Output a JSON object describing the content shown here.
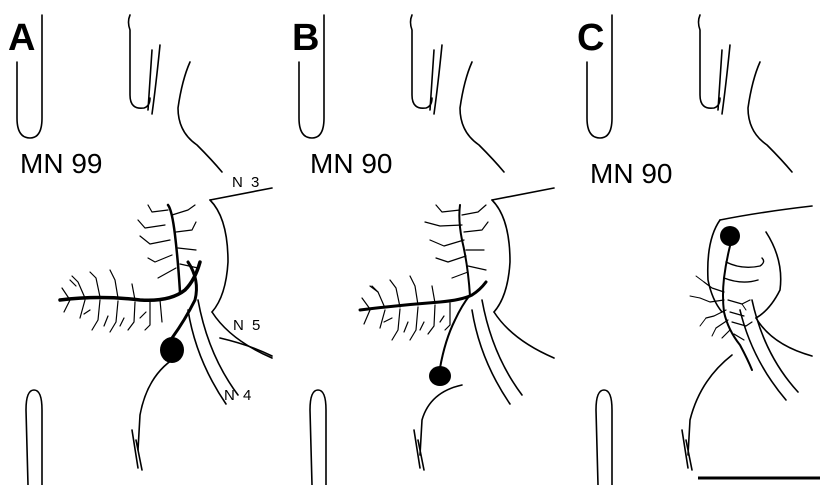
{
  "panels": [
    {
      "letter": "A",
      "neuron_label": "MN 99",
      "nerve_labels": [
        "N 3",
        "N 5",
        "N 4"
      ]
    },
    {
      "letter": "B",
      "neuron_label": "MN 90",
      "nerve_labels": []
    },
    {
      "letter": "C",
      "neuron_label": "MN 90",
      "nerve_labels": []
    }
  ],
  "scale_bar": {
    "label": ""
  },
  "colors": {
    "ink": "#000000",
    "background": "#ffffff"
  }
}
